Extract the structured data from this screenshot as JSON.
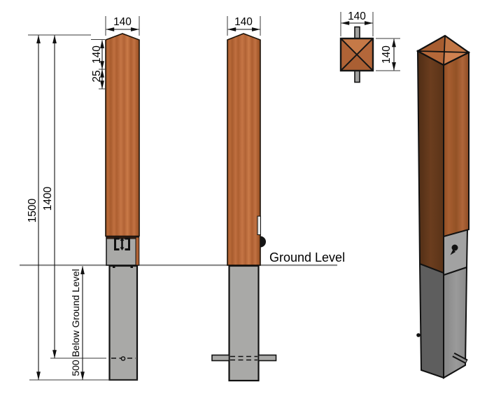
{
  "drawing": {
    "dims": {
      "front_width": "140",
      "side_width": "140",
      "plan_width": "140",
      "plan_depth": "140",
      "top_section": "140",
      "cap_height": "25",
      "overall_length": "1500",
      "upper_length": "1400",
      "below_ground": "500 Below Ground Level"
    },
    "annotations": {
      "ground_level": "Ground Level"
    },
    "colors": {
      "wood": "#b5693b",
      "wood_dark": "#6b3d1e",
      "steel": "#a9a9a7",
      "steel_dark": "#5e5e5e",
      "outline": "#161616",
      "ground_line": "#8c8c8c"
    }
  }
}
